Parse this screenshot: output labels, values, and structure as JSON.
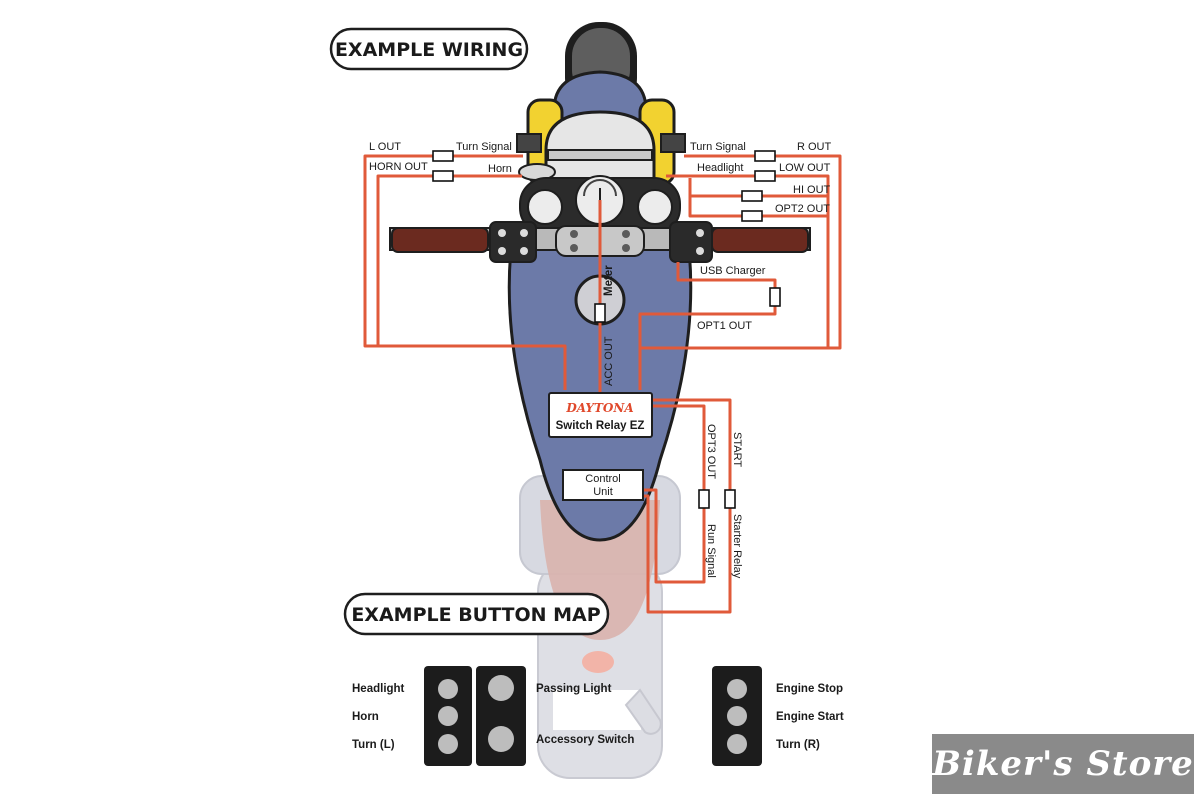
{
  "headings": {
    "wiring": "EXAMPLE WIRING",
    "button_map": "EXAMPLE BUTTON MAP"
  },
  "device": {
    "brand": "DAYTONA",
    "name": "Switch Relay EZ",
    "control_unit_line1": "Control",
    "control_unit_line2": "Unit"
  },
  "left_outputs": {
    "l_out": "L OUT",
    "horn_out": "HORN OUT",
    "turn_signal": "Turn Signal",
    "horn": "Horn"
  },
  "right_outputs": {
    "turn_signal": "Turn Signal",
    "r_out": "R OUT",
    "headlight": "Headlight",
    "low_out": "LOW OUT",
    "hi_out": "HI OUT",
    "opt2_out": "OPT2 OUT",
    "usb_charger": "USB Charger",
    "opt1_out": "OPT1 OUT"
  },
  "center_labels": {
    "meter": "Meter",
    "acc_out": "ACC OUT"
  },
  "rear_labels": {
    "opt3_out": "OPT3 OUT",
    "start": "START",
    "run_signal": "Run Signal",
    "starter_relay": "Starter Relay"
  },
  "button_map": {
    "left_labels": [
      "Headlight",
      "Horn",
      "Turn (L)"
    ],
    "middle_labels": [
      "Passing Light",
      "Accessory Switch"
    ],
    "right_labels": [
      "Engine Stop",
      "Engine Start",
      "Turn (R)"
    ]
  },
  "watermark": "Biker's Store",
  "colors": {
    "wire": "#e05a3a",
    "body": "#6c7aa8",
    "tank": "#f2d230",
    "grip": "#6b2a1f",
    "fender": "#d9b2ad",
    "brand": "#e0492c"
  }
}
